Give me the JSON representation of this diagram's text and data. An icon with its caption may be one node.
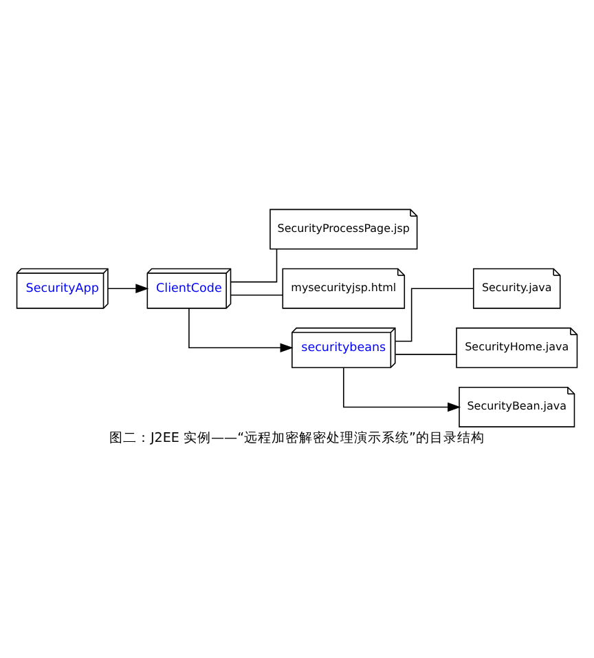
{
  "diagram": {
    "caption": "图二：J2EE 实例——“远程加密解密处理演示系统”的目录结构",
    "nodes": [
      {
        "text": [
          "SecurityApp"
        ]
      },
      {
        "text": [
          "ClientCode"
        ]
      },
      {
        "text": [
          "SecurityProcessPage.jsp"
        ]
      },
      {
        "text": [
          "mysecurityjsp.html"
        ]
      },
      {
        "text": [
          "securitybeans"
        ]
      },
      {
        "text": [
          "Security.java"
        ]
      },
      {
        "text": [
          "SecurityHome.java"
        ]
      },
      {
        "text": [
          "SecurityBean.java"
        ]
      }
    ],
    "edges": [
      {
        "from": 0,
        "to": 1,
        "arrow": "to"
      },
      {
        "from": 1,
        "to": 2,
        "arrow": "none"
      },
      {
        "from": 1,
        "to": 3,
        "arrow": "none"
      },
      {
        "from": 1,
        "to": 4,
        "arrow": "to"
      },
      {
        "from": 4,
        "to": 5,
        "arrow": "none"
      },
      {
        "from": 4,
        "to": 6,
        "arrow": "none"
      },
      {
        "from": 4,
        "to": 7,
        "arrow": "to"
      }
    ]
  }
}
